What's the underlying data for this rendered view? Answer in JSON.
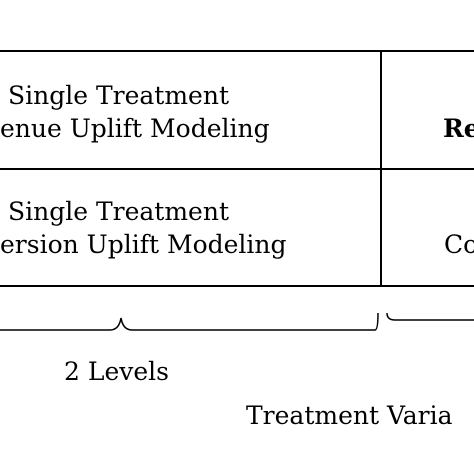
{
  "table": {
    "row1": {
      "line1": "Single Treatment",
      "line2": "enue Uplift Modeling",
      "right": "Re"
    },
    "row2": {
      "line1": "Single Treatment",
      "line2": "ersion Uplift Modeling",
      "right": "Co"
    }
  },
  "annotations": {
    "levels": "2 Levels",
    "variable": "Treatment Varia"
  },
  "colors": {
    "line": "#000000",
    "text": "#000000",
    "background": "#ffffff"
  }
}
